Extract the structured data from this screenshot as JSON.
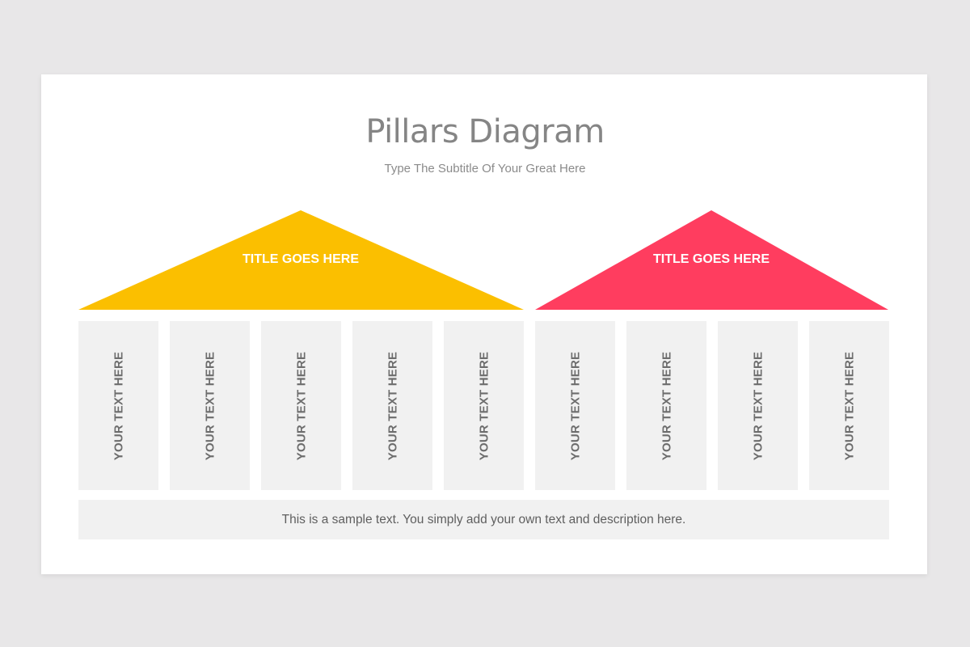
{
  "title": "Pillars Diagram",
  "subtitle": "Type The Subtitle Of Your Great Here",
  "roofs": [
    {
      "label": "TITLE GOES HERE",
      "color": "#fbbf00"
    },
    {
      "label": "TITLE GOES HERE",
      "color": "#ff3d5f"
    }
  ],
  "pillars": [
    "YOUR TEXT HERE",
    "YOUR TEXT HERE",
    "YOUR TEXT HERE",
    "YOUR TEXT HERE",
    "YOUR TEXT HERE",
    "YOUR TEXT HERE",
    "YOUR TEXT HERE",
    "YOUR TEXT HERE",
    "YOUR TEXT HERE"
  ],
  "base_text": "This is a sample text. You simply add your own text and description here."
}
